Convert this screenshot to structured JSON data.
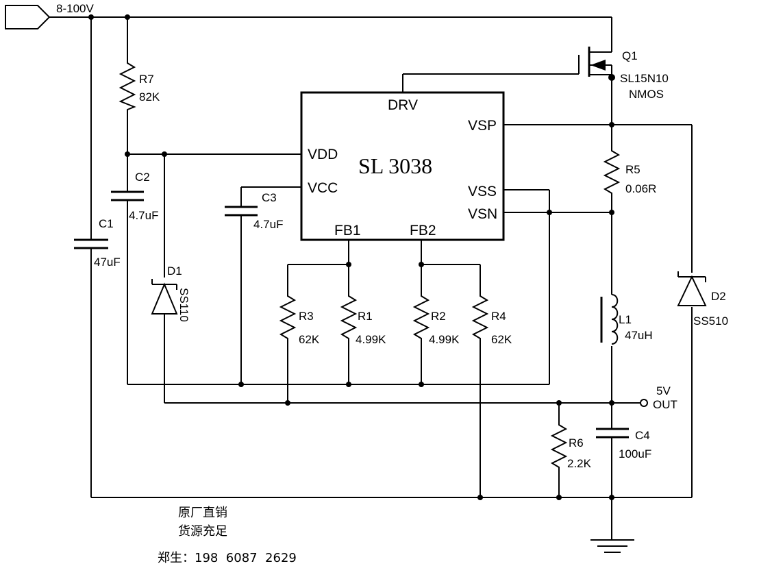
{
  "input": {
    "voltage": "8-100V"
  },
  "ic": {
    "name": "SL 3038",
    "pins": {
      "drv": "DRV",
      "vsp": "VSP",
      "vdd": "VDD",
      "vcc": "VCC",
      "vss": "VSS",
      "vsn": "VSN",
      "fb1": "FB1",
      "fb2": "FB2"
    }
  },
  "components": {
    "q1": {
      "ref": "Q1",
      "part": "SL15N10",
      "type": "NMOS"
    },
    "r7": {
      "ref": "R7",
      "value": "82K"
    },
    "c2": {
      "ref": "C2",
      "value": "4.7uF"
    },
    "c1": {
      "ref": "C1",
      "value": "47uF"
    },
    "c3": {
      "ref": "C3",
      "value": "4.7uF"
    },
    "d1": {
      "ref": "D1",
      "part": "SS110"
    },
    "r5": {
      "ref": "R5",
      "value": "0.06R"
    },
    "r3": {
      "ref": "R3",
      "value": "62K"
    },
    "r1": {
      "ref": "R1",
      "value": "4.99K"
    },
    "r2": {
      "ref": "R2",
      "value": "4.99K"
    },
    "r4": {
      "ref": "R4",
      "value": "62K"
    },
    "l1": {
      "ref": "L1",
      "value": "47uH"
    },
    "d2": {
      "ref": "D2",
      "part": "SS510"
    },
    "r6": {
      "ref": "R6",
      "value": "2.2K"
    },
    "c4": {
      "ref": "C4",
      "value": "100uF"
    }
  },
  "output": {
    "voltage": "5V",
    "label": "OUT"
  },
  "notes": {
    "line1": "原厂直销",
    "line2": "货源充足",
    "contact": "郑生：198  6087  2629"
  }
}
